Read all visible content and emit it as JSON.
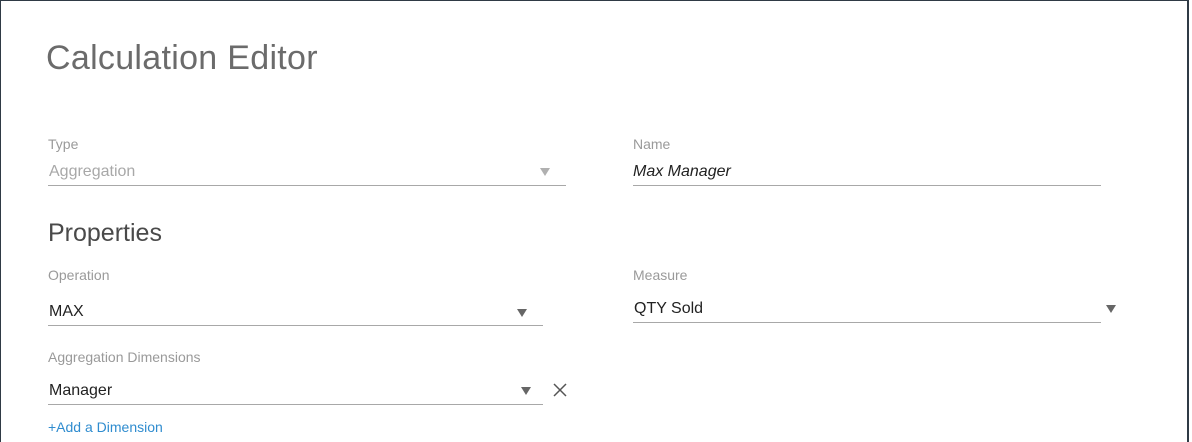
{
  "dialog": {
    "title": "Calculation Editor"
  },
  "type_field": {
    "label": "Type",
    "value": "Aggregation"
  },
  "name_field": {
    "label": "Name",
    "value": "Max Manager"
  },
  "properties": {
    "title": "Properties",
    "operation": {
      "label": "Operation",
      "value": "MAX"
    },
    "measure": {
      "label": "Measure",
      "value": "QTY Sold"
    },
    "aggregation_dimensions": {
      "label": "Aggregation Dimensions",
      "items": [
        {
          "value": "Manager"
        }
      ],
      "add_link": "+Add a Dimension"
    }
  },
  "icons": {
    "dropdown": "chevron-down-icon",
    "remove": "close-icon"
  },
  "colors": {
    "link": "#2f8ccf",
    "disabled_text": "#a8a8a8",
    "label_text": "#9a9a9a"
  }
}
